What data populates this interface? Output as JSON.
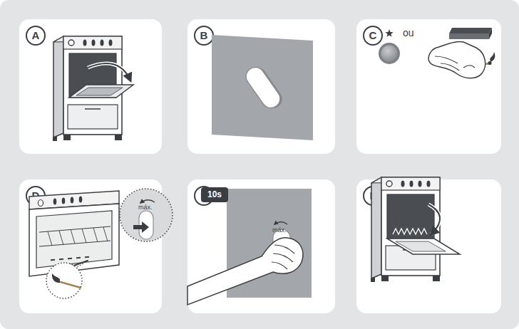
{
  "diagram": {
    "nodes": [
      {
        "text": [
          "A"
        ]
      },
      {
        "text": [
          "B"
        ]
      },
      {
        "text": [
          "C"
        ]
      },
      {
        "text": [
          "D"
        ]
      },
      {
        "text": [
          "E"
        ]
      },
      {
        "text": [
          "F"
        ]
      }
    ],
    "labels": [
      "ou",
      "máx.",
      "10s",
      "máx."
    ]
  }
}
